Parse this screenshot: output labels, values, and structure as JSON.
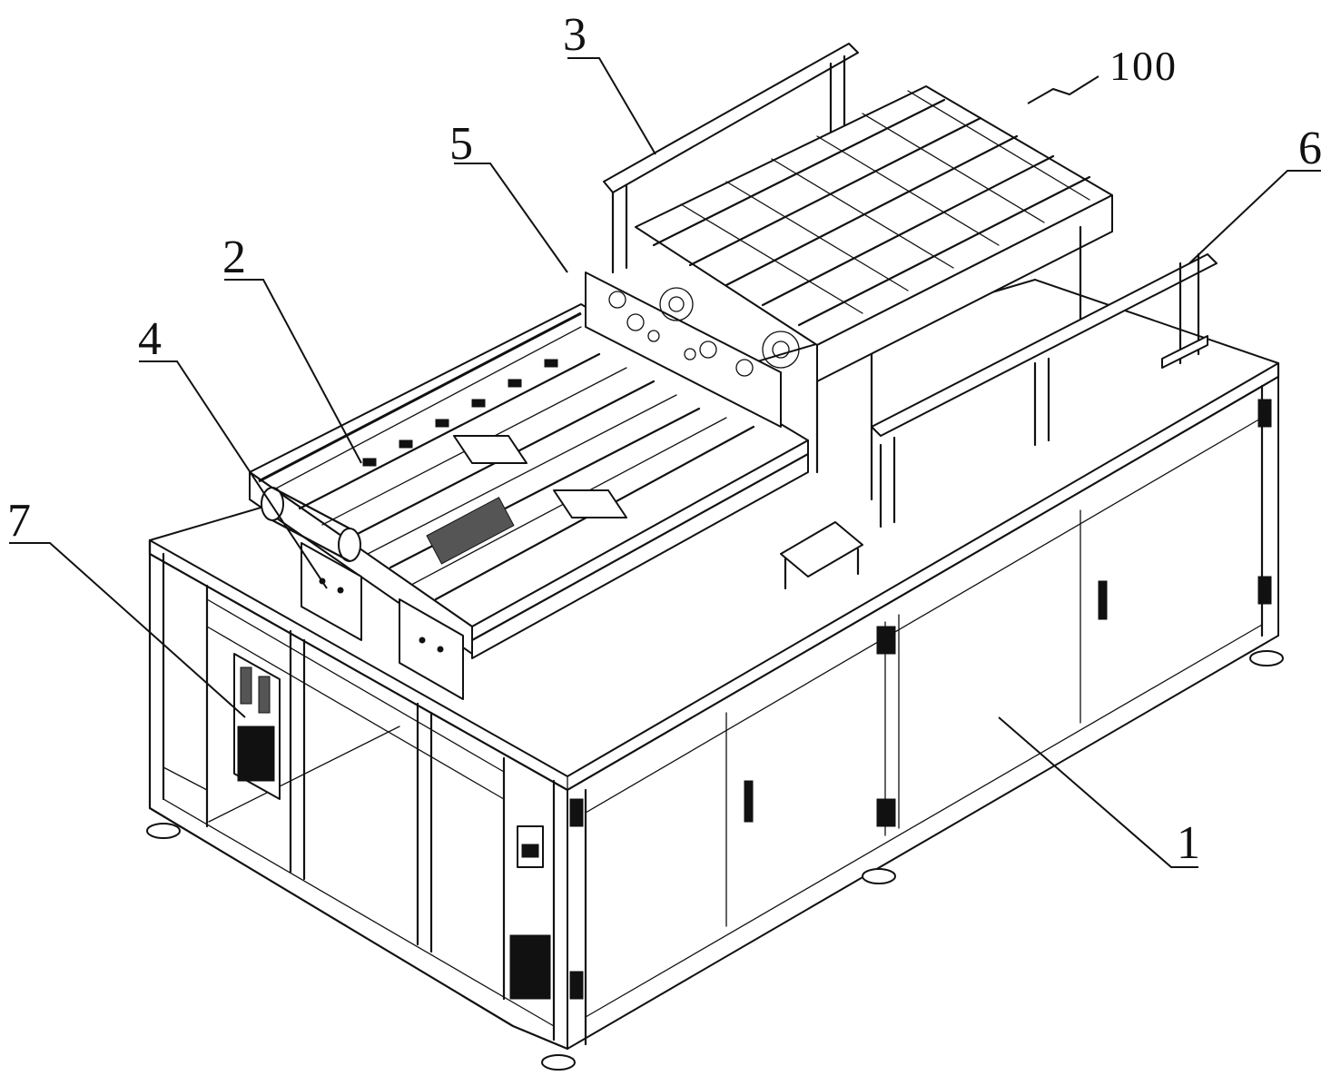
{
  "labels": {
    "assembly": "100",
    "frame": "1",
    "part_2": "2",
    "part_3": "3",
    "part_4": "4",
    "part_5": "5",
    "part_6": "6",
    "part_7": "7"
  },
  "colors": {
    "line": "#111111",
    "background": "#ffffff"
  }
}
